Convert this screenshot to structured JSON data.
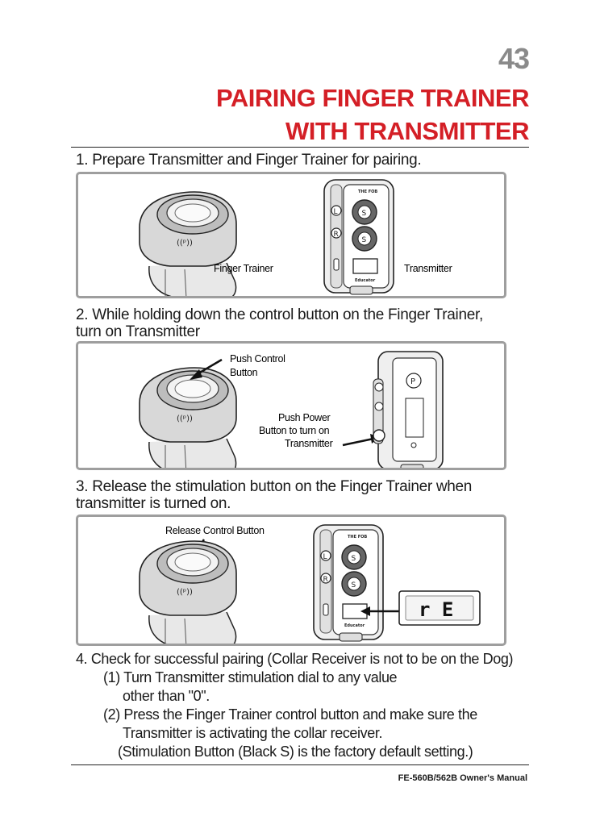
{
  "page_number": "43",
  "title": {
    "line1": "PAIRING FINGER TRAINER",
    "line2": "WITH TRANSMITTER"
  },
  "steps": [
    {
      "text": "1. Prepare Transmitter and Finger Trainer for pairing."
    },
    {
      "line1": "2. While holding down the control button on the Finger Trainer,",
      "line2": "turn on Transmitter"
    },
    {
      "line1": "3. Release the stimulation button on the Finger Trainer when",
      "line2": "transmitter is turned on."
    },
    {
      "text": "4. Check for successful pairing (Collar Receiver is not to be on the Dog)",
      "sub1_line1": "(1) Turn Transmitter stimulation dial to any value",
      "sub1_line2": "other than \"0\".",
      "sub2_line1": "(2) Press the Finger Trainer control button and make sure the",
      "sub2_line2": "Transmitter is activating the collar receiver.",
      "sub2_line3": "(Stimulation Button (Black S) is the factory default setting.)"
    }
  ],
  "figure1": {
    "finger_trainer_label": "Finger Trainer",
    "transmitter_label": "Transmitter"
  },
  "figure2": {
    "push_control_line1": "Push Control",
    "push_control_line2": "Button",
    "push_power_line1": "Push Power",
    "push_power_line2": "Button to turn on",
    "push_power_line3": "Transmitter"
  },
  "figure3": {
    "release_label": "Release Control Button",
    "display_text": "r E"
  },
  "device_text": {
    "fob": "THE FOB",
    "brand": "Educator",
    "btn_l": "L",
    "btn_r": "R",
    "btn_s": "S",
    "btn_p": "P"
  },
  "footer": "FE-560B/562B Owner's Manual",
  "colors": {
    "title_red": "#d41f26",
    "page_number_gray": "#8a8a8a",
    "panel_border": "#9e9e9e"
  }
}
